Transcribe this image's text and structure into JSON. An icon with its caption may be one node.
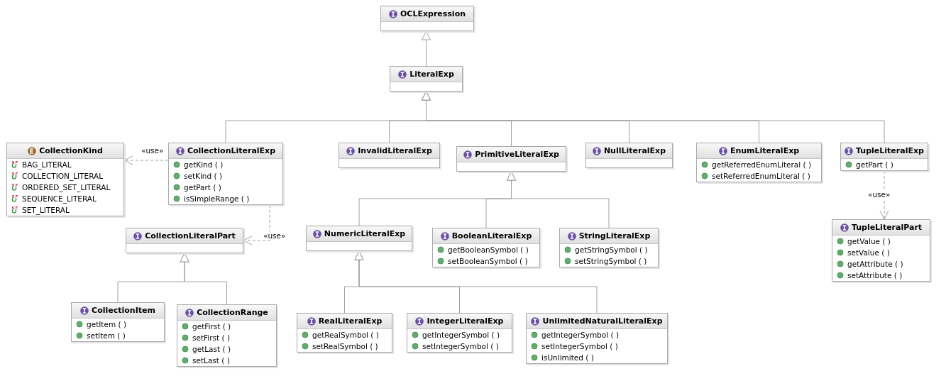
{
  "diagram": {
    "nodes": [
      {
        "text": [
          "OCLExpression"
        ]
      },
      {
        "text": [
          "LiteralExp"
        ]
      },
      {
        "text": [
          "CollectionKind",
          "BAG_LITERAL",
          "COLLECTION_LITERAL",
          "ORDERED_SET_LITERAL",
          "SEQUENCE_LITERAL",
          "SET_LITERAL"
        ]
      },
      {
        "text": [
          "CollectionLiteralExp",
          "getKind ( )",
          "setKind ( )",
          "getPart ( )",
          "isSimpleRange ( )"
        ]
      },
      {
        "text": [
          "InvalidLiteralExp"
        ]
      },
      {
        "text": [
          "PrimitiveLiteralExp"
        ]
      },
      {
        "text": [
          "NullLiteralExp"
        ]
      },
      {
        "text": [
          "EnumLiteralExp",
          "getReferredEnumLiteral ( )",
          "setReferredEnumLiteral ( )"
        ]
      },
      {
        "text": [
          "TupleLiteralExp",
          "getPart ( )"
        ]
      },
      {
        "text": [
          "CollectionLiteralPart"
        ]
      },
      {
        "text": [
          "NumericLiteralExp"
        ]
      },
      {
        "text": [
          "BooleanLiteralExp",
          "getBooleanSymbol ( )",
          "setBooleanSymbol ( )"
        ]
      },
      {
        "text": [
          "StringLiteralExp",
          "getStringSymbol ( )",
          "setStringSymbol ( )"
        ]
      },
      {
        "text": [
          "TupleLiteralPart",
          "getValue ( )",
          "setValue ( )",
          "getAttribute ( )",
          "setAttribute ( )"
        ]
      },
      {
        "text": [
          "CollectionItem",
          "getItem ( )",
          "setItem ( )"
        ]
      },
      {
        "text": [
          "CollectionRange",
          "getFirst ( )",
          "setFirst ( )",
          "getLast ( )",
          "setLast ( )"
        ]
      },
      {
        "text": [
          "RealLiteralExp",
          "getRealSymbol ( )",
          "setRealSymbol ( )"
        ]
      },
      {
        "text": [
          "IntegerLiteralExp",
          "getIntegerSymbol ( )",
          "setIntegerSymbol ( )"
        ]
      },
      {
        "text": [
          "UnlimitedNaturalLiteralExp",
          "getIntegerSymbol ( )",
          "setIntegerSymbol ( )",
          "isUnlimited ( )"
        ]
      }
    ],
    "edges": [
      {
        "from": 1,
        "to": 0,
        "arrow": "to"
      },
      {
        "from": 3,
        "to": 1,
        "arrow": "to"
      },
      {
        "from": 4,
        "to": 1,
        "arrow": "to"
      },
      {
        "from": 5,
        "to": 1,
        "arrow": "to"
      },
      {
        "from": 6,
        "to": 1,
        "arrow": "to"
      },
      {
        "from": 7,
        "to": 1,
        "arrow": "to"
      },
      {
        "from": 8,
        "to": 1,
        "arrow": "to"
      },
      {
        "from": 3,
        "to": 2,
        "arrow": "to",
        "style": "dashed",
        "label": "«use»"
      },
      {
        "from": 3,
        "to": 9,
        "arrow": "to",
        "style": "dashed",
        "label": "«use»"
      },
      {
        "from": 8,
        "to": 13,
        "arrow": "to",
        "style": "dashed",
        "label": "«use»"
      },
      {
        "from": 10,
        "to": 5,
        "arrow": "to"
      },
      {
        "from": 11,
        "to": 5,
        "arrow": "to"
      },
      {
        "from": 12,
        "to": 5,
        "arrow": "to"
      },
      {
        "from": 14,
        "to": 9,
        "arrow": "to"
      },
      {
        "from": 15,
        "to": 9,
        "arrow": "to"
      },
      {
        "from": 16,
        "to": 10,
        "arrow": "to"
      },
      {
        "from": 17,
        "to": 10,
        "arrow": "to"
      },
      {
        "from": 18,
        "to": 10,
        "arrow": "to"
      }
    ]
  }
}
